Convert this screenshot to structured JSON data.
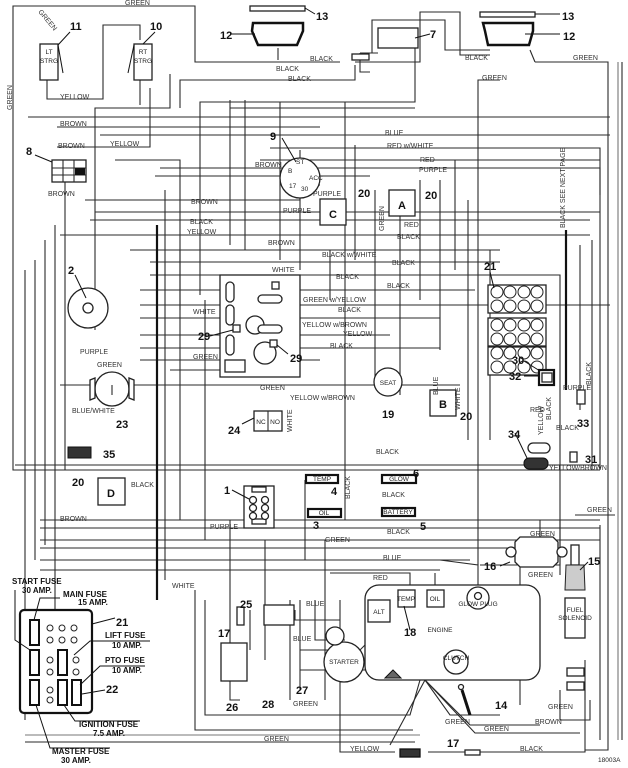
{
  "diagram": {
    "title": "Wiring schematic",
    "figure_id": "18003A",
    "component_callouts": [
      {
        "number": "1",
        "name": "Connector block (6-pin)"
      },
      {
        "number": "2",
        "name": "Switch (round)"
      },
      {
        "number": "3",
        "name": "Indicator OIL"
      },
      {
        "number": "4",
        "name": "Indicator TEMP"
      },
      {
        "number": "5",
        "name": "Indicator BATTERY"
      },
      {
        "number": "6",
        "name": "Indicator GLOW"
      },
      {
        "number": "7",
        "name": "Relay/Module"
      },
      {
        "number": "8",
        "name": "Switch block"
      },
      {
        "number": "9",
        "name": "Ignition switch"
      },
      {
        "number": "10",
        "name": "RT STRG switch"
      },
      {
        "number": "11",
        "name": "LT STRG switch"
      },
      {
        "number": "12",
        "name": "Headlight"
      },
      {
        "number": "13",
        "name": "Lens"
      },
      {
        "number": "14",
        "name": "Ground stud"
      },
      {
        "number": "15",
        "name": "Fuel solenoid"
      },
      {
        "number": "16",
        "name": "Regulator"
      },
      {
        "number": "17",
        "name": "Diode / Fuse holder"
      },
      {
        "number": "18",
        "name": "Temp sender"
      },
      {
        "number": "19",
        "name": "Seat switch"
      },
      {
        "number": "20",
        "name": "Relay"
      },
      {
        "number": "21",
        "name": "Fuse block"
      },
      {
        "number": "22",
        "name": "Fuse"
      },
      {
        "number": "23",
        "name": "PTO switch"
      },
      {
        "number": "24",
        "name": "Switch NC/NO"
      },
      {
        "number": "25",
        "name": "Connector"
      },
      {
        "number": "26",
        "name": "Battery"
      },
      {
        "number": "27",
        "name": "Cable"
      },
      {
        "number": "28",
        "name": "Cable"
      },
      {
        "number": "29",
        "name": "Module screw"
      },
      {
        "number": "30",
        "name": "Relay"
      },
      {
        "number": "31",
        "name": "Connector"
      },
      {
        "number": "32",
        "name": "Relay base"
      },
      {
        "number": "33",
        "name": "Fuse holder"
      },
      {
        "number": "34",
        "name": "Connector"
      },
      {
        "number": "35",
        "name": "Diode"
      }
    ],
    "relay_letters": [
      "A",
      "B",
      "C",
      "D"
    ],
    "component_text": {
      "lt_strg": "LT STRG",
      "rt_strg": "RT STRG",
      "seat": "SEAT",
      "engine": "ENGINE",
      "alt": "ALT",
      "temp": "TEMP",
      "oil": "OIL",
      "glow_plug": "GLOW PLUG",
      "starter": "STARTER",
      "clutch": "CLUTCH",
      "fuel_solenoid_1": "FUEL",
      "fuel_solenoid_2": "SOLENOID",
      "nc": "NC",
      "no": "NO",
      "see_next_page": "SEE NEXT PAGE",
      "ind_temp": "TEMP",
      "ind_oil": "OIL",
      "ind_glow": "GLOW",
      "ind_battery": "BATTERY"
    },
    "wire_labels": [
      "GREEN",
      "GREEN",
      "GREEN",
      "YELLOW",
      "BLACK",
      "BLACK",
      "BLACK",
      "BLACK",
      "GREEN",
      "GREEN",
      "BROWN",
      "BROWN",
      "YELLOW",
      "BROWN",
      "BLUE",
      "RED w/WHITE",
      "RED",
      "PURPLE",
      "BROWN",
      "PURPLE",
      "PURPLE",
      "GREEN",
      "RED",
      "BLACK",
      "BROWN",
      "BLACK",
      "YELLOW",
      "BROWN",
      "BLACK w/WHITE",
      "BLACK",
      "WHITE",
      "BLACK",
      "BLACK",
      "GREEN w/YELLOW",
      "BLACK",
      "WHITE",
      "YELLOW w/BROWN",
      "YELLOW",
      "BLACK",
      "GREEN",
      "PURPLE",
      "GREEN",
      "BLUE/WHITE",
      "GREEN",
      "YELLOW w/BROWN",
      "WHITE",
      "BLACK",
      "BROWN",
      "PURPLE",
      "BLACK",
      "BLACK",
      "BLACK",
      "GREEN",
      "BLACK",
      "BLUE",
      "RED",
      "WHITE",
      "GREEN",
      "GREEN",
      "BLUE",
      "BLUE",
      "GREEN",
      "GREEN",
      "GREEN",
      "GREEN",
      "BROWN",
      "GREEN",
      "YELLOW",
      "BLACK",
      "BLACK",
      "BLACK",
      "PURPLE",
      "RED",
      "YELLOW",
      "BLACK",
      "YELLOW/BROWN",
      "BLUE",
      "WHITE",
      "GREEN",
      "BLACK SEE NEXT PAGE"
    ],
    "fuses": [
      {
        "name": "START FUSE",
        "rating": "30 AMP."
      },
      {
        "name": "MAIN FUSE",
        "rating": "15 AMP."
      },
      {
        "name": "LIFT FUSE",
        "rating": "10 AMP."
      },
      {
        "name": "PTO FUSE",
        "rating": "10 AMP."
      },
      {
        "name": "IGNITION FUSE",
        "rating": "7.5 AMP."
      },
      {
        "name": "MASTER FUSE",
        "rating": "30 AMP."
      }
    ]
  }
}
